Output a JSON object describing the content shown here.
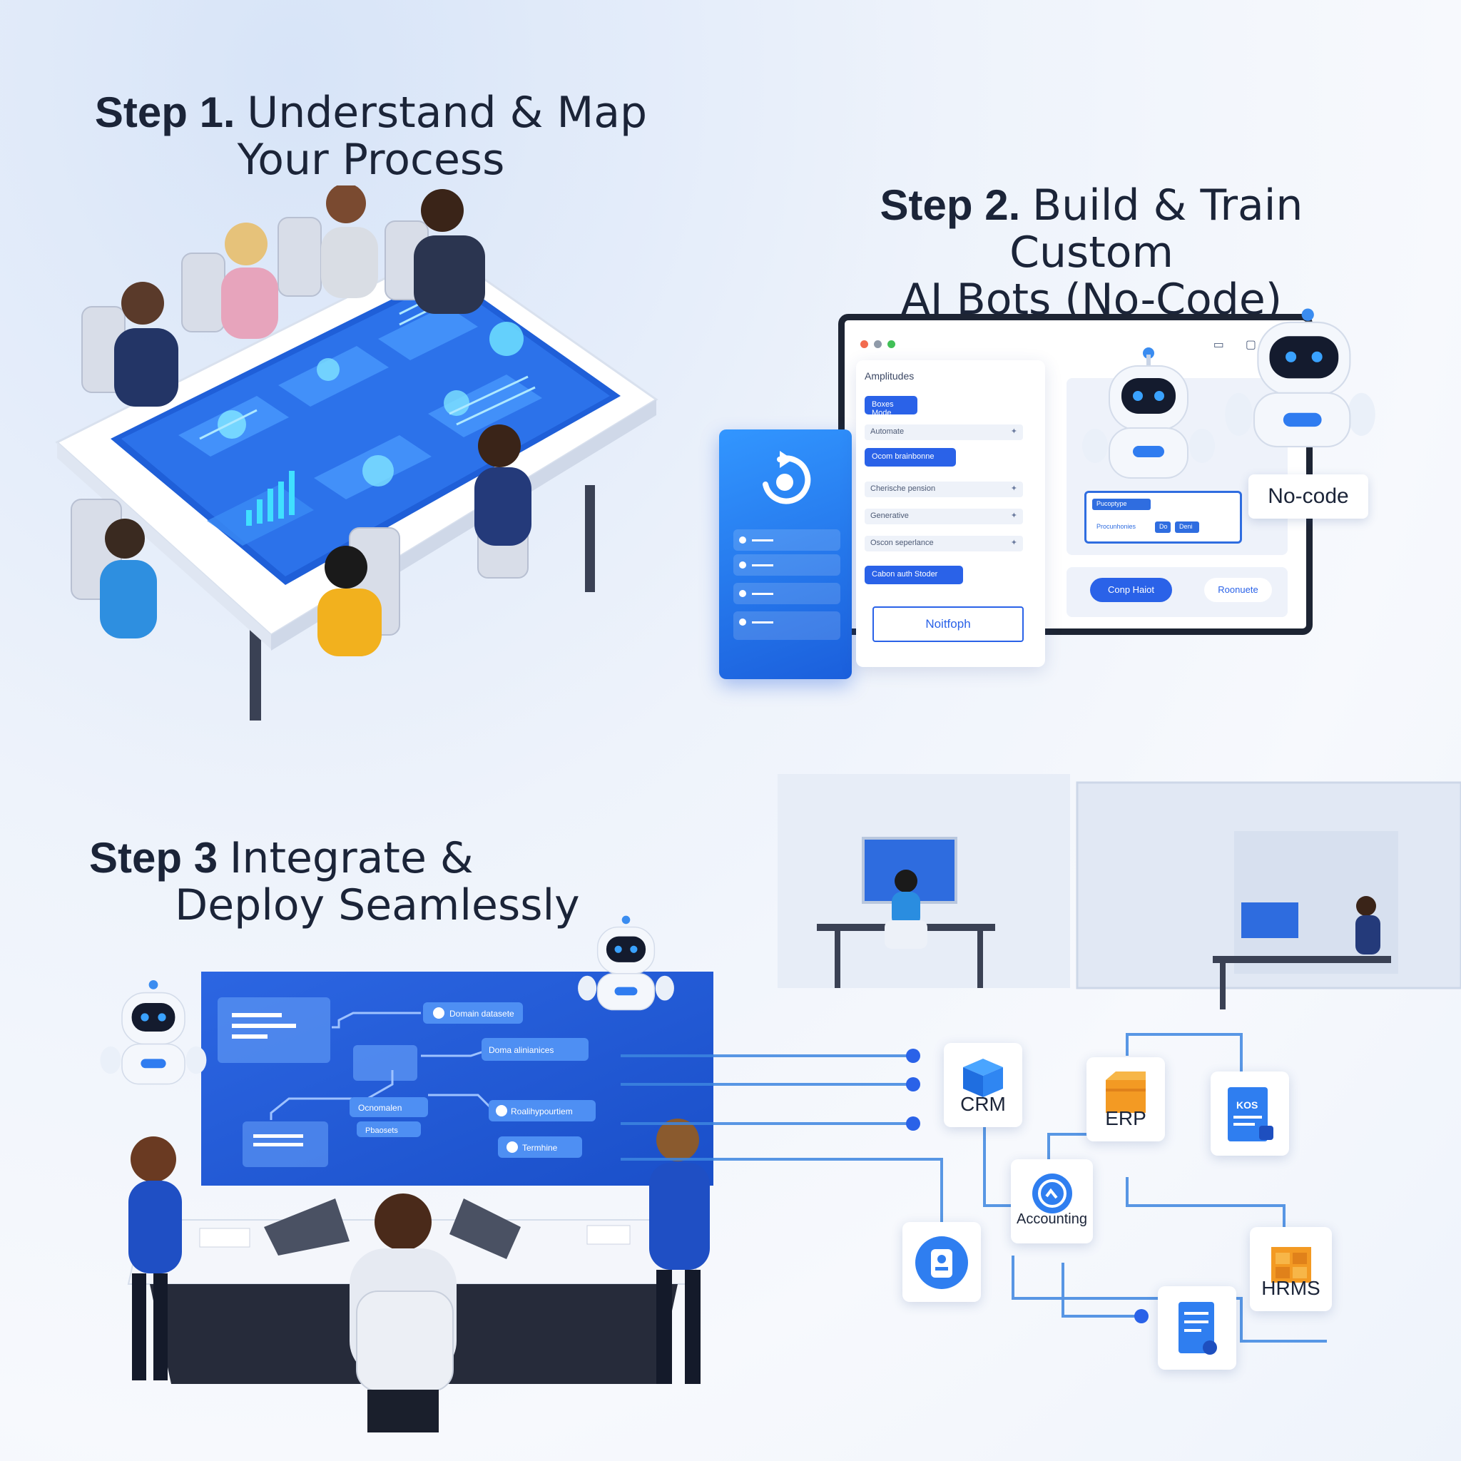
{
  "steps": [
    {
      "number": "Step 1.",
      "title_line1": "Understand & Map",
      "title_line2": "Your Process"
    },
    {
      "number": "Step 2.",
      "title_line1": "Build & Train Custom",
      "title_line2": "AI Bots (No-Code)"
    },
    {
      "number": "Step 3",
      "title_line1": "Integrate &",
      "title_line2": "Deploy Seamlessly"
    }
  ],
  "builder": {
    "form_title": "Amplitudes",
    "rows": [
      "Boxes Mode",
      "Automate",
      "Ocom brainbonne",
      "Cherische pension",
      "Generative",
      "Oscon seperlance",
      "Cabon auth Stoder"
    ],
    "outline_button": "Noitfoph",
    "chat_chips": [
      "Pucoptype",
      "Procunhonies",
      "Do",
      "Deni"
    ],
    "primary_button": "Conp Haiot",
    "secondary_button": "Roonuete",
    "badge": "No-code"
  },
  "flow_nodes": [
    "Domain datasete",
    "Doma alinianices",
    "Ocnomalen",
    "Pbaosets",
    "Roalihypourtiem",
    "Termhine"
  ],
  "integrations": {
    "crm": "CRM",
    "erp": "ERP",
    "accounting": "Accounting",
    "hrms": "HRMS",
    "erp_doc_text": "KOS"
  },
  "colors": {
    "accent": "#2a62e8",
    "accent_light": "#3a96ff",
    "orange": "#f3871f",
    "heading": "#1b2438",
    "window_frame": "#1d2433"
  },
  "icons": [
    "robot-icon",
    "sync-icon",
    "crm-box-icon",
    "erp-box-icon",
    "accounting-icon",
    "hrms-box-icon",
    "document-icon",
    "id-badge-icon",
    "invoice-icon"
  ]
}
